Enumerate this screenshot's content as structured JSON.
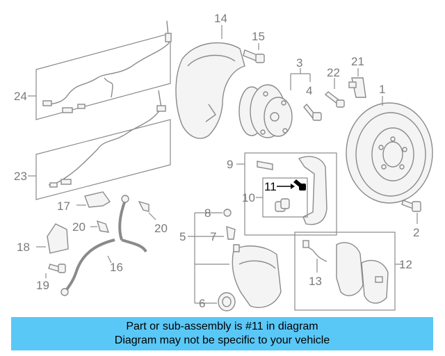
{
  "diagram": {
    "labels": {
      "p1": "1",
      "p2": "2",
      "p3": "3",
      "p4": "4",
      "p5": "5",
      "p6": "6",
      "p7": "7",
      "p8": "8",
      "p9": "9",
      "p10": "10",
      "p11": "11",
      "p12": "12",
      "p13": "13",
      "p14": "14",
      "p15": "15",
      "p16": "16",
      "p17": "17",
      "p18": "18",
      "p19": "19",
      "p20a": "20",
      "p20b": "20",
      "p21": "21",
      "p22": "22",
      "p23": "23",
      "p24": "24"
    },
    "highlighted_part": "11"
  },
  "footer": {
    "line1": "Part or sub-assembly is #11 in diagram",
    "line2": "Diagram may not be specific to your vehicle"
  },
  "colors": {
    "banner": "#5ac8f7",
    "line_art": "#8a8a8a",
    "highlight": "#000000"
  }
}
